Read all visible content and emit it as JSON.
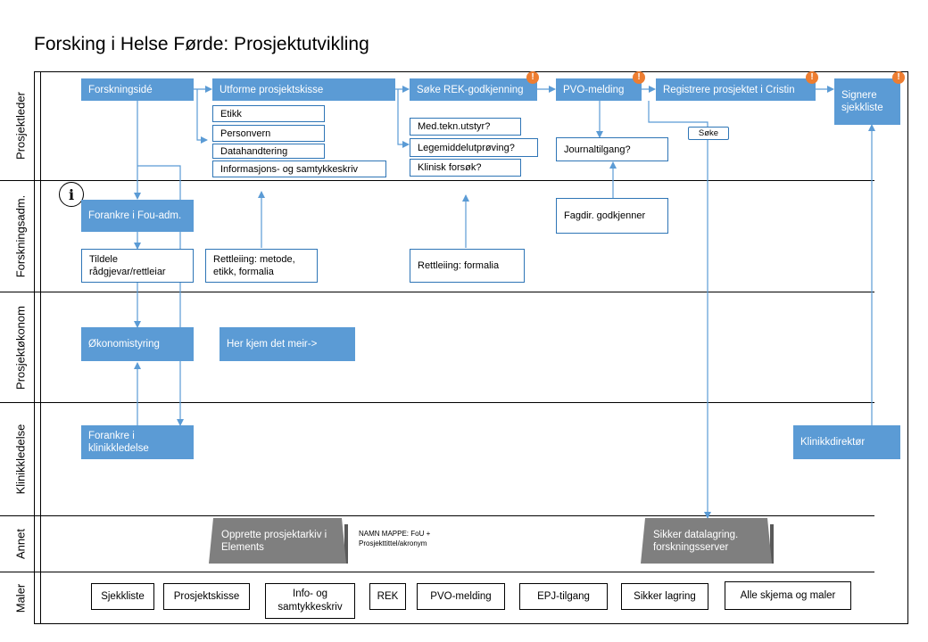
{
  "title": "Forsking i Helse Førde: Prosjektutvikling",
  "lanes": [
    "Prosjektleder",
    "Forskningsadm.",
    "Prosjektøkonom",
    "Klinikkledelse",
    "Annet",
    "Maler"
  ],
  "leder": {
    "ide": "Forskningsidé",
    "utforme": "Utforme prosjektskisse",
    "etikk": "Etikk",
    "personvern": "Personvern",
    "datahandtering": "Datahandtering",
    "samtykke": "Informasjons- og samtykkeskriv",
    "rek": "Søke REK-godkjenning",
    "medtekn": "Med.tekn.utstyr?",
    "legemiddel": "Legemiddelutprøving?",
    "klinisk": "Klinisk forsøk?",
    "pvo": "PVO-melding",
    "journal": "Journaltilgang?",
    "cristin": "Registrere prosjektet i Cristin",
    "soke": "Søke",
    "signere": "Signere sjekkliste"
  },
  "adm": {
    "forankre": "Forankre i Fou-adm.",
    "tildele": "Tildele rådgjevar/rettleiar",
    "rettleiing1": "Rettleiing: metode, etikk, formalia",
    "rettleiing2": "Rettleiing: formalia",
    "fagdir": "Fagdir. godkjenner"
  },
  "okonom": {
    "okonomistyring": "Økonomistyring",
    "herkjem": "Her kjem det meir->"
  },
  "klinikk": {
    "forankre": "Forankre i klinikkledelse",
    "direktor": "Klinikkdirektør"
  },
  "annet": {
    "arkiv": "Opprette prosjektarkiv i Elements",
    "mappe_note": "NAMN MAPPE: FoU + Prosjekttittel/akronym",
    "lagring": "Sikker datalagring. forskningsserver"
  },
  "maler": [
    "Sjekkliste",
    "Prosjektskisse",
    "Info- og samtykkeskriv",
    "REK",
    "PVO-melding",
    "EPJ-tilgang",
    "Sikker lagring",
    "Alle skjema og maler"
  ],
  "colors": {
    "blue": "#5b9bd5",
    "outline": "#2e75b6",
    "grey": "#7f7f7f",
    "warning": "#ed7d31"
  },
  "icons": {
    "warning": "!",
    "info": "i"
  }
}
